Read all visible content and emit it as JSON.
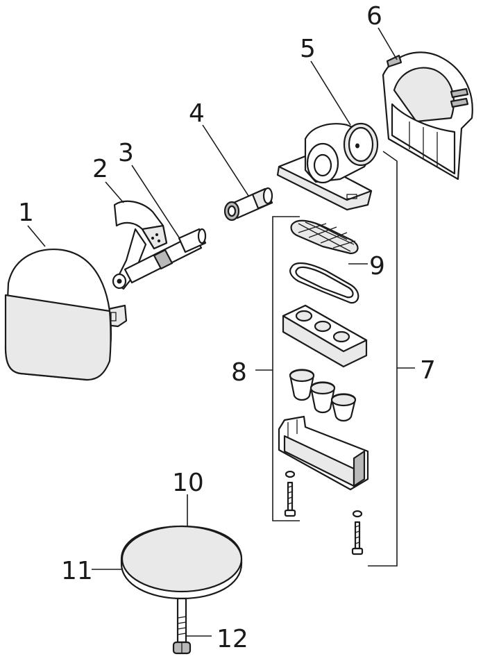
{
  "diagram": {
    "labels": [
      {
        "id": "1",
        "text": "1"
      },
      {
        "id": "2",
        "text": "2"
      },
      {
        "id": "3",
        "text": "3"
      },
      {
        "id": "4",
        "text": "4"
      },
      {
        "id": "5",
        "text": "5"
      },
      {
        "id": "6",
        "text": "6"
      },
      {
        "id": "7",
        "text": "7"
      },
      {
        "id": "8",
        "text": "8"
      },
      {
        "id": "9",
        "text": "9"
      },
      {
        "id": "10",
        "text": "10"
      },
      {
        "id": "11",
        "text": "11"
      },
      {
        "id": "12",
        "text": "12"
      }
    ],
    "colors": {
      "line": "#1a1a1a",
      "light_fill": "#e9e9e9",
      "dark_fill": "#b9b9b9",
      "background": "#ffffff"
    }
  }
}
